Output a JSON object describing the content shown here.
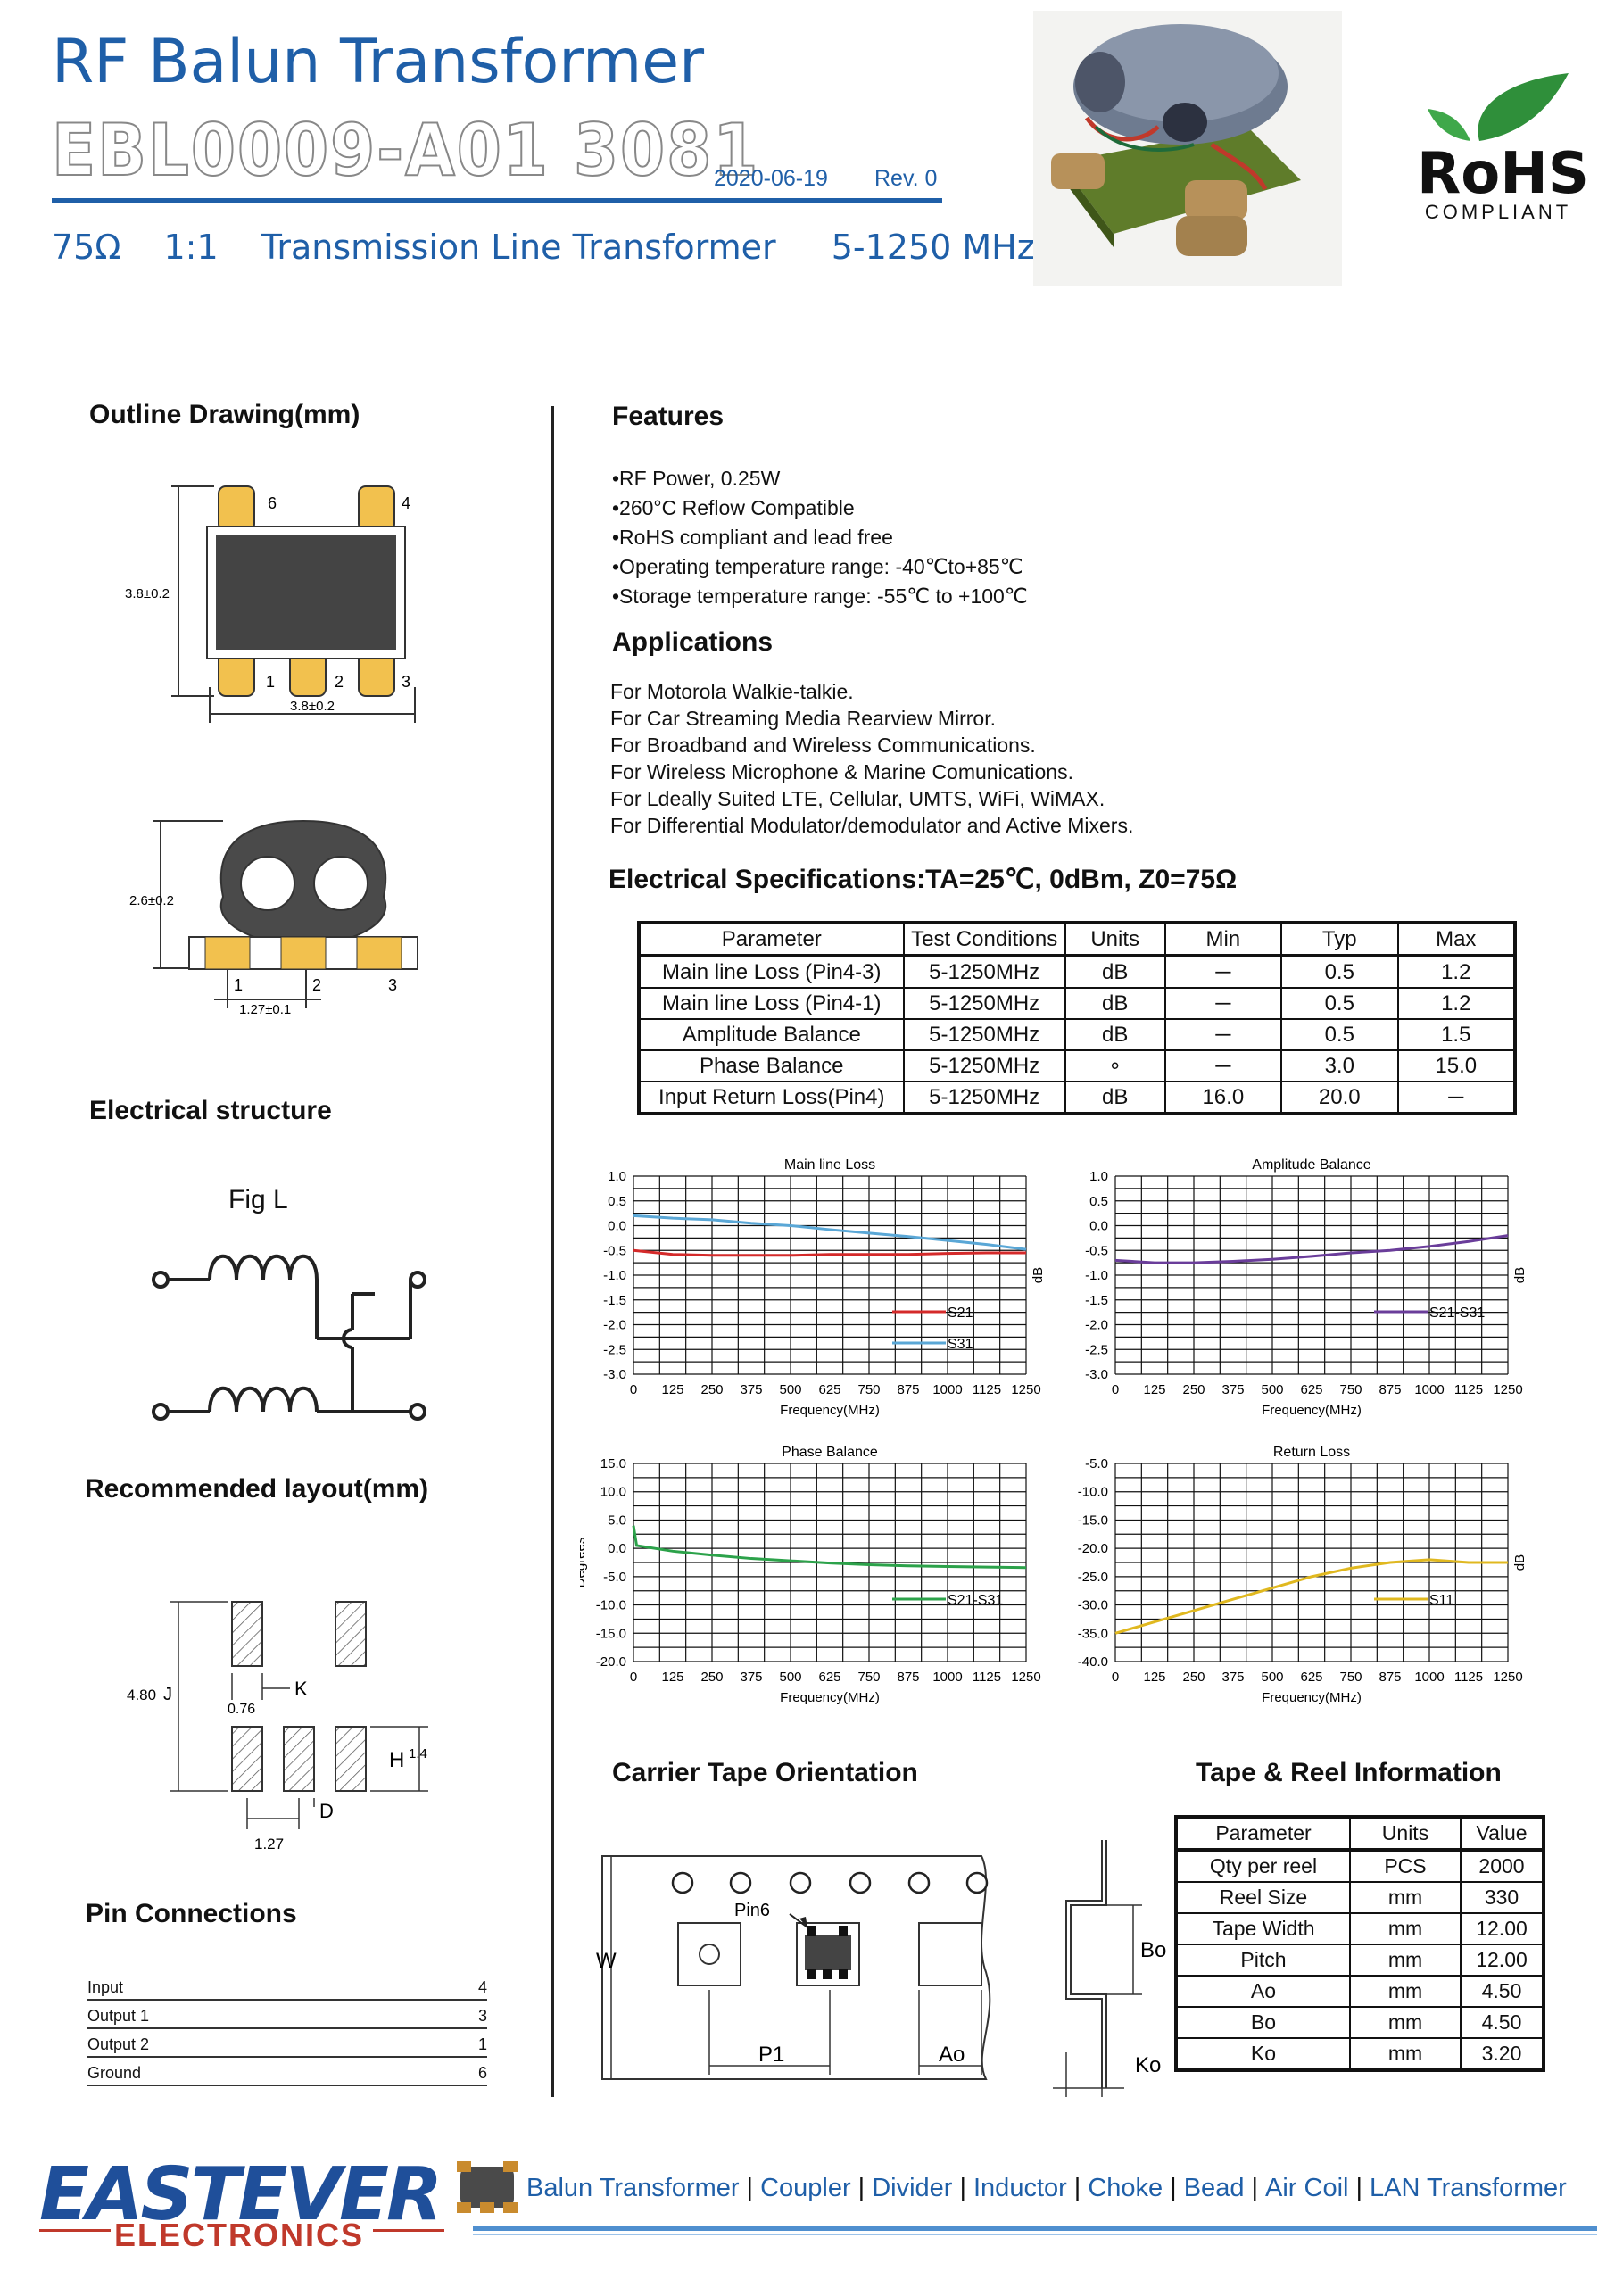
{
  "header": {
    "title": "RF Balun Transformer",
    "part_number": "EBL0009-A01 3081",
    "date": "2020-06-19",
    "revision": "Rev. 0",
    "subtitle_impedance": "75Ω",
    "subtitle_ratio": "1:1",
    "subtitle_type": "Transmission Line Transformer",
    "subtitle_range": "5-1250 MHz",
    "rohs_text": "RoHS",
    "rohs_sub": "COMPLIANT",
    "accent_color": "#1f5fa8"
  },
  "outline": {
    "heading": "Outline Drawing(mm)",
    "dim_height": "3.8±0.2",
    "dim_width": "3.8±0.2",
    "side_height": "2.6±0.2",
    "pitch": "1.27±0.1",
    "pins_top": [
      "6",
      "4"
    ],
    "pins_bottom": [
      "1",
      "2",
      "3"
    ]
  },
  "structure": {
    "heading": "Electrical structure",
    "fig_label": "Fig L"
  },
  "layout": {
    "heading": "Recommended  layout(mm)",
    "dim_a": "4.80",
    "dim_j": "J",
    "dim_b": "0.76",
    "dim_k": "K",
    "dim_h": "H",
    "dim_h_val": "1.4",
    "dim_d": "D",
    "dim_c": "1.27"
  },
  "pins": {
    "heading": "Pin Connections",
    "rows": [
      {
        "name": "Input",
        "pin": "4"
      },
      {
        "name": "Output 1",
        "pin": "3"
      },
      {
        "name": "Output 2",
        "pin": "1"
      },
      {
        "name": "Ground",
        "pin": "6"
      }
    ]
  },
  "features": {
    "heading": "Features",
    "items": [
      "•RF  Power, 0.25W",
      "•260°C Reflow Compatible",
      "•RoHS compliant and lead free",
      "•Operating temperature range:  -40℃to+85℃",
      "•Storage temperature range:  -55℃ to +100℃"
    ]
  },
  "applications": {
    "heading": "Applications",
    "items": [
      "For Motorola Walkie-talkie.",
      "For Car Streaming Media Rearview Mirror.",
      "For Broadband and Wireless Communications.",
      "For Wireless Microphone & Marine Comunications.",
      "For Ldeally Suited  LTE, Cellular, UMTS, WiFi, WiMAX.",
      "For Differential Modulator/demodulator and Active Mixers."
    ]
  },
  "elec_specs": {
    "heading": "Electrical Specifications:TA=25℃, 0dBm, Z0=75Ω",
    "columns": [
      "Parameter",
      "Test Conditions",
      "Units",
      "Min",
      "Typ",
      "Max"
    ],
    "rows": [
      [
        "Main line Loss (Pin4-3)",
        "5-1250MHz",
        "dB",
        "─",
        "0.5",
        "1.2"
      ],
      [
        "Main line Loss (Pin4-1)",
        "5-1250MHz",
        "dB",
        "─",
        "0.5",
        "1.2"
      ],
      [
        "Amplitude Balance",
        "5-1250MHz",
        "dB",
        "─",
        "0.5",
        "1.5"
      ],
      [
        "Phase Balance",
        "5-1250MHz",
        "∘",
        "─",
        "3.0",
        "15.0"
      ],
      [
        "Input Return Loss(Pin4)",
        "5-1250MHz",
        "dB",
        "16.0",
        "20.0",
        "─"
      ]
    ]
  },
  "chart_data": [
    {
      "type": "line",
      "title": "Main line Loss",
      "xlabel": "Frequency(MHz)",
      "ylabel": "dB",
      "xlim": [
        0,
        1250
      ],
      "ylim": [
        -3.0,
        1.0
      ],
      "xticks": [
        "0",
        "125",
        "250",
        "375",
        "500",
        "625",
        "750",
        "875",
        "1000",
        "1125",
        "1250"
      ],
      "yticks": [
        "1.0",
        "0.5",
        "0.0",
        "-0.5",
        "-1.0",
        "-1.5",
        "-2.0",
        "-2.5",
        "-3.0"
      ],
      "grid": true,
      "legend_position": "bottom-right",
      "series": [
        {
          "name": "S21",
          "color": "#d42a2a",
          "x": [
            0,
            125,
            250,
            375,
            500,
            625,
            750,
            875,
            1000,
            1125,
            1250
          ],
          "y": [
            -0.5,
            -0.58,
            -0.6,
            -0.6,
            -0.6,
            -0.58,
            -0.58,
            -0.58,
            -0.56,
            -0.55,
            -0.55
          ]
        },
        {
          "name": "S31",
          "color": "#5aa7d6",
          "x": [
            0,
            125,
            250,
            375,
            500,
            625,
            750,
            875,
            1000,
            1125,
            1250
          ],
          "y": [
            0.2,
            0.15,
            0.12,
            0.05,
            0.0,
            -0.08,
            -0.15,
            -0.22,
            -0.3,
            -0.38,
            -0.48
          ]
        }
      ]
    },
    {
      "type": "line",
      "title": "Amplitude Balance",
      "xlabel": "Frequency(MHz)",
      "ylabel": "dB",
      "xlim": [
        0,
        1250
      ],
      "ylim": [
        -3.0,
        1.0
      ],
      "xticks": [
        "0",
        "125",
        "250",
        "375",
        "500",
        "625",
        "750",
        "875",
        "1000",
        "1125",
        "1250"
      ],
      "yticks": [
        "1.0",
        "0.5",
        "0.0",
        "-0.5",
        "-1.0",
        "-1.5",
        "-2.0",
        "-2.5",
        "-3.0"
      ],
      "grid": true,
      "legend_position": "bottom-right",
      "series": [
        {
          "name": "S21-S31",
          "color": "#6a3d9a",
          "x": [
            0,
            125,
            250,
            375,
            500,
            625,
            750,
            875,
            1000,
            1125,
            1250
          ],
          "y": [
            -0.7,
            -0.75,
            -0.75,
            -0.72,
            -0.68,
            -0.62,
            -0.55,
            -0.5,
            -0.42,
            -0.32,
            -0.2
          ]
        }
      ]
    },
    {
      "type": "line",
      "title": "Phase Balance",
      "xlabel": "Frequency(MHz)",
      "ylabel": "Degrees",
      "xlim": [
        0,
        1250
      ],
      "ylim": [
        -20.0,
        15.0
      ],
      "xticks": [
        "0",
        "125",
        "250",
        "375",
        "500",
        "625",
        "750",
        "875",
        "1000",
        "1125",
        "1250"
      ],
      "yticks": [
        "15.0",
        "10.0",
        "5.0",
        "0.0",
        "-5.0",
        "-10.0",
        "-15.0",
        "-20.0"
      ],
      "grid": true,
      "legend_position": "bottom-right",
      "series": [
        {
          "name": "S21-S31",
          "color": "#2ca24a",
          "x": [
            0,
            10,
            125,
            250,
            375,
            500,
            625,
            750,
            875,
            1000,
            1125,
            1250
          ],
          "y": [
            4.0,
            0.5,
            -0.5,
            -1.2,
            -1.8,
            -2.2,
            -2.6,
            -2.9,
            -3.1,
            -3.2,
            -3.3,
            -3.4
          ]
        }
      ]
    },
    {
      "type": "line",
      "title": "Return Loss",
      "xlabel": "Frequency(MHz)",
      "ylabel": "dB",
      "xlim": [
        0,
        1250
      ],
      "ylim": [
        -40.0,
        -5.0
      ],
      "xticks": [
        "0",
        "125",
        "250",
        "375",
        "500",
        "625",
        "750",
        "875",
        "1000",
        "1125",
        "1250"
      ],
      "yticks": [
        "-5.0",
        "-10.0",
        "-15.0",
        "-20.0",
        "-25.0",
        "-30.0",
        "-35.0",
        "-40.0"
      ],
      "grid": true,
      "legend_position": "bottom-right",
      "series": [
        {
          "name": "S11",
          "color": "#e0b81f",
          "x": [
            0,
            125,
            250,
            375,
            500,
            625,
            750,
            875,
            1000,
            1125,
            1250
          ],
          "y": [
            -35,
            -33,
            -31,
            -29,
            -27,
            -25,
            -23.5,
            -22.5,
            -22,
            -22.5,
            -22.5
          ]
        }
      ]
    }
  ],
  "carrier": {
    "heading": "Carrier Tape Orientation",
    "pin6_label": "Pin6",
    "w": "W",
    "p1": "P1",
    "ao": "Ao",
    "bo": "Bo",
    "ko": "Ko"
  },
  "tape_reel": {
    "heading": "Tape & Reel Information",
    "columns": [
      "Parameter",
      "Units",
      "Value"
    ],
    "rows": [
      [
        "Qty per reel",
        "PCS",
        "2000"
      ],
      [
        "Reel Size",
        "mm",
        "330"
      ],
      [
        "Tape Width",
        "mm",
        "12.00"
      ],
      [
        "Pitch",
        "mm",
        "12.00"
      ],
      [
        "Ao",
        "mm",
        "4.50"
      ],
      [
        "Bo",
        "mm",
        "4.50"
      ],
      [
        "Ko",
        "mm",
        "3.20"
      ]
    ]
  },
  "footer": {
    "brand": "EASTEVER",
    "brand_sub": "ELECTRONICS",
    "products": [
      "Balun Transformer",
      "Coupler",
      "Divider",
      "Inductor",
      "Choke",
      "Bead",
      "Air Coil",
      "LAN Transformer"
    ]
  }
}
